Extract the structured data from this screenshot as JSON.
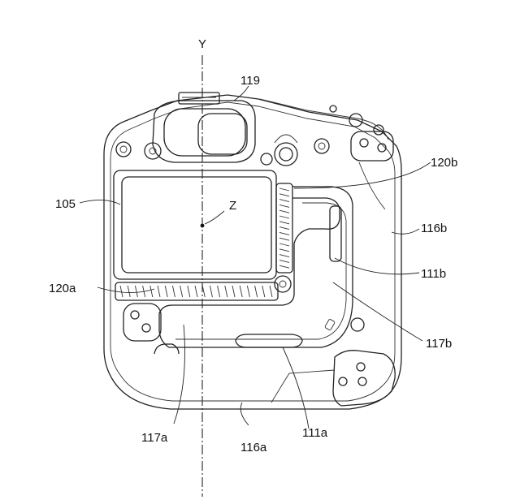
{
  "labels": {
    "axis_y": "Y",
    "axis_z": "Z",
    "ref_119": "119",
    "ref_105": "105",
    "ref_120b": "120b",
    "ref_116b": "116b",
    "ref_111b": "111b",
    "ref_120a": "120a",
    "ref_117b": "117b",
    "ref_117a": "117a",
    "ref_116a": "116a",
    "ref_111a": "111a"
  }
}
